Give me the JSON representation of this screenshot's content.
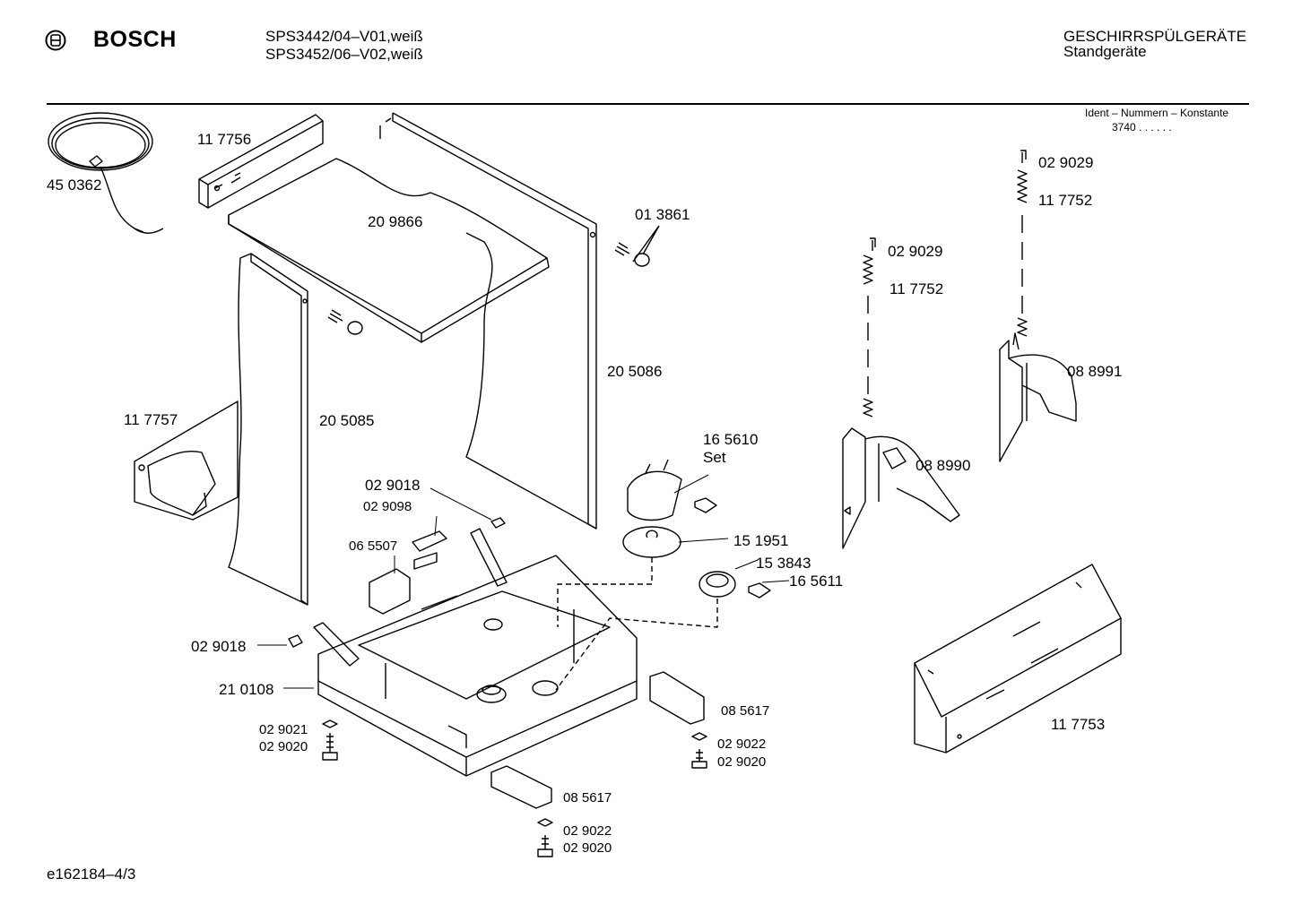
{
  "header": {
    "brand": "BOSCH",
    "models": [
      "SPS3442/04–V01,weiß",
      "SPS3452/06–V02,weiß"
    ],
    "category": "GESCHIRRSPÜLGERÄTE",
    "subcategory": "Standgeräte",
    "ident_label": "Ident – Nummern – Konstante",
    "ident_value": "3740 . .  . . . ."
  },
  "parts": [
    "45 0362",
    "11 7756",
    "20 9866",
    "01 3861",
    "02 9029",
    "11 7752",
    "02 9029",
    "11 7752",
    "20 5086",
    "11 7757",
    "20 5085",
    "08 8991",
    "16 5610",
    "Set",
    "08 8990",
    "02 9018",
    "02 9098",
    "06 5507",
    "15 1951",
    "15 3843",
    "16 5611",
    "02 9018",
    "21 0108",
    "08 5617",
    "02 9021",
    "02 9020",
    "02 9022",
    "02 9020",
    "11 7753",
    "08 5617",
    "02 9022",
    "02 9020"
  ],
  "footer": {
    "doc_id": "e162184–4/3"
  }
}
